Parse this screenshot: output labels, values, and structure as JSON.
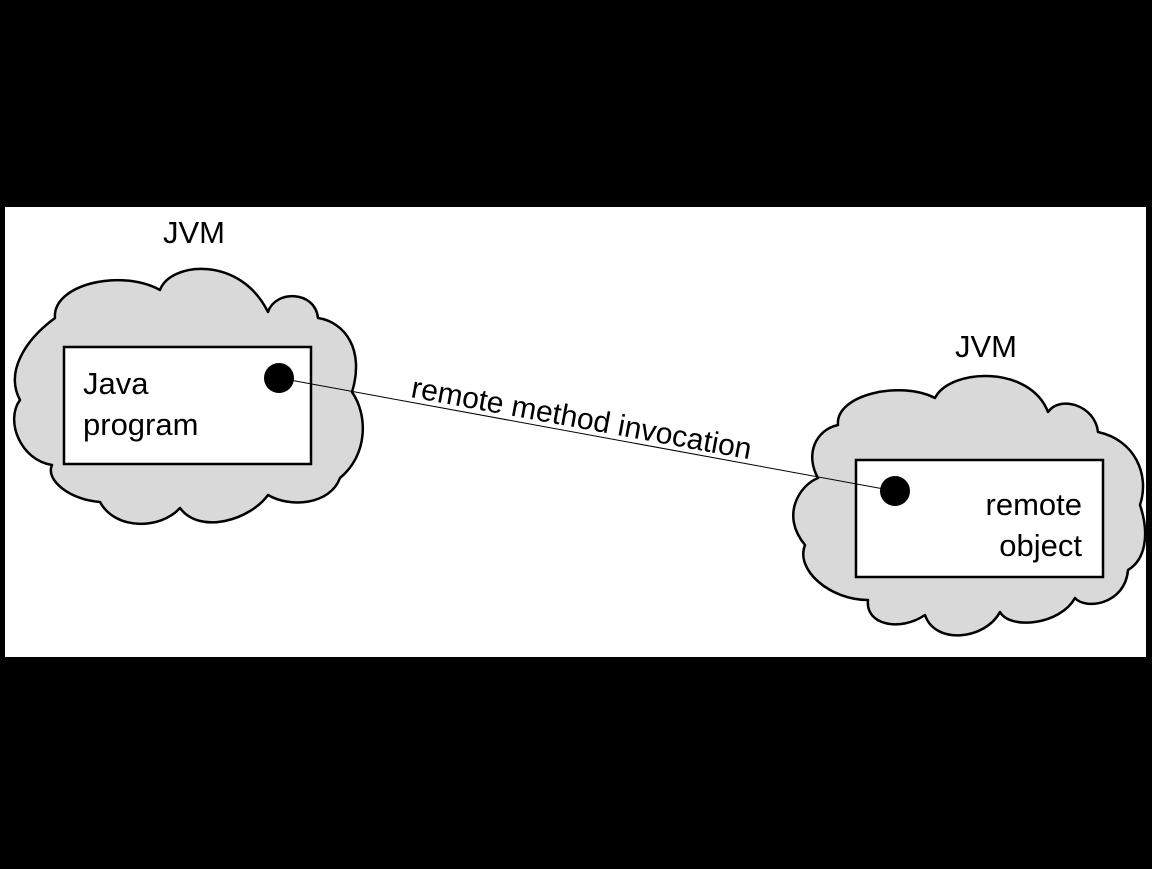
{
  "left_jvm": {
    "label": "JVM",
    "box_lines": [
      "Java",
      "program"
    ]
  },
  "right_jvm": {
    "label": "JVM",
    "box_lines": [
      "remote",
      "object"
    ]
  },
  "connection": {
    "label": "remote method invocation"
  },
  "colors": {
    "background": "#000000",
    "panel": "#ffffff",
    "cloud_fill": "#d9d9d9",
    "outline": "#000000"
  }
}
